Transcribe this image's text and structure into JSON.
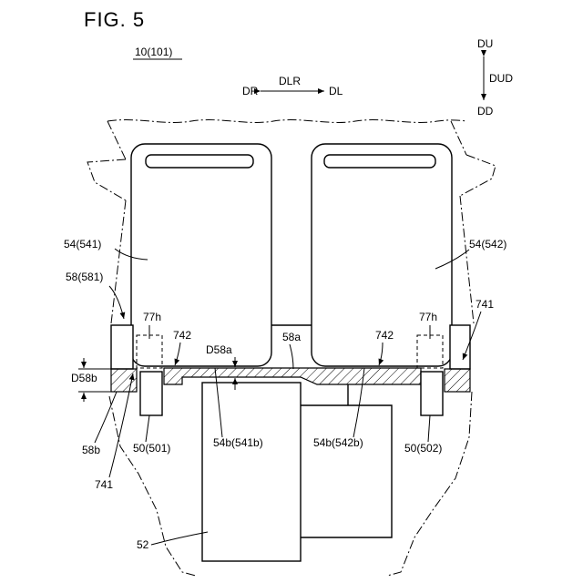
{
  "figure_title": "FIG. 5",
  "ref_main": "10(101)",
  "directions": {
    "du": "DU",
    "dud": "DUD",
    "dd": "DD",
    "dr": "DR",
    "dlr": "DLR",
    "dl": "DL"
  },
  "labels": {
    "l_54_541": "54(541)",
    "l_54_542": "54(542)",
    "l_58_581": "58(581)",
    "l_741_right": "741",
    "l_77h_left": "77h",
    "l_742_left": "742",
    "l_d58a": "D58a",
    "l_58a": "58a",
    "l_742_right": "742",
    "l_77h_right": "77h",
    "l_d58b": "D58b",
    "l_58b": "58b",
    "l_741_left": "741",
    "l_50_501": "50(501)",
    "l_54b_541b": "54b(541b)",
    "l_54b_542b": "54b(542b)",
    "l_50_502": "50(502)",
    "l_52": "52"
  }
}
